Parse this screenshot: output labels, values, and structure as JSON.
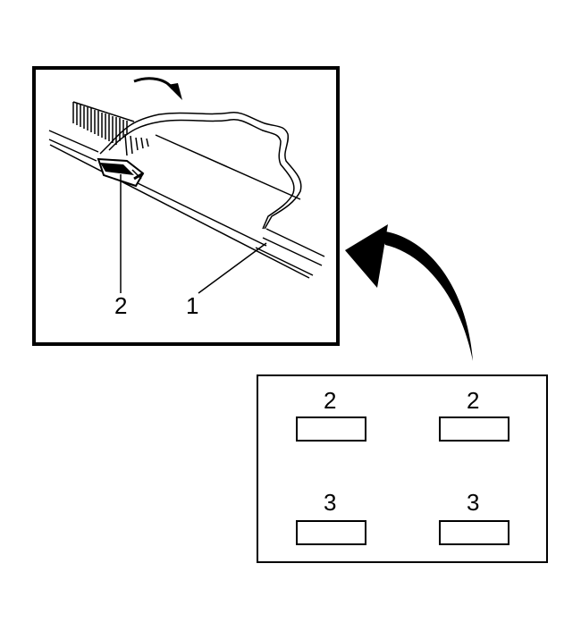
{
  "detail_view": {
    "callouts": {
      "retainer": "2",
      "seal_edge": "1"
    }
  },
  "overview_panel": {
    "slots": [
      {
        "label": "2",
        "position": "top-left"
      },
      {
        "label": "2",
        "position": "top-right"
      },
      {
        "label": "3",
        "position": "bottom-left"
      },
      {
        "label": "3",
        "position": "bottom-right"
      }
    ]
  },
  "colors": {
    "ink": "#000000",
    "paper": "#ffffff"
  },
  "icons": {
    "rotation": "curved-arrow-icon",
    "pointer": "large-curved-arrow-icon"
  }
}
